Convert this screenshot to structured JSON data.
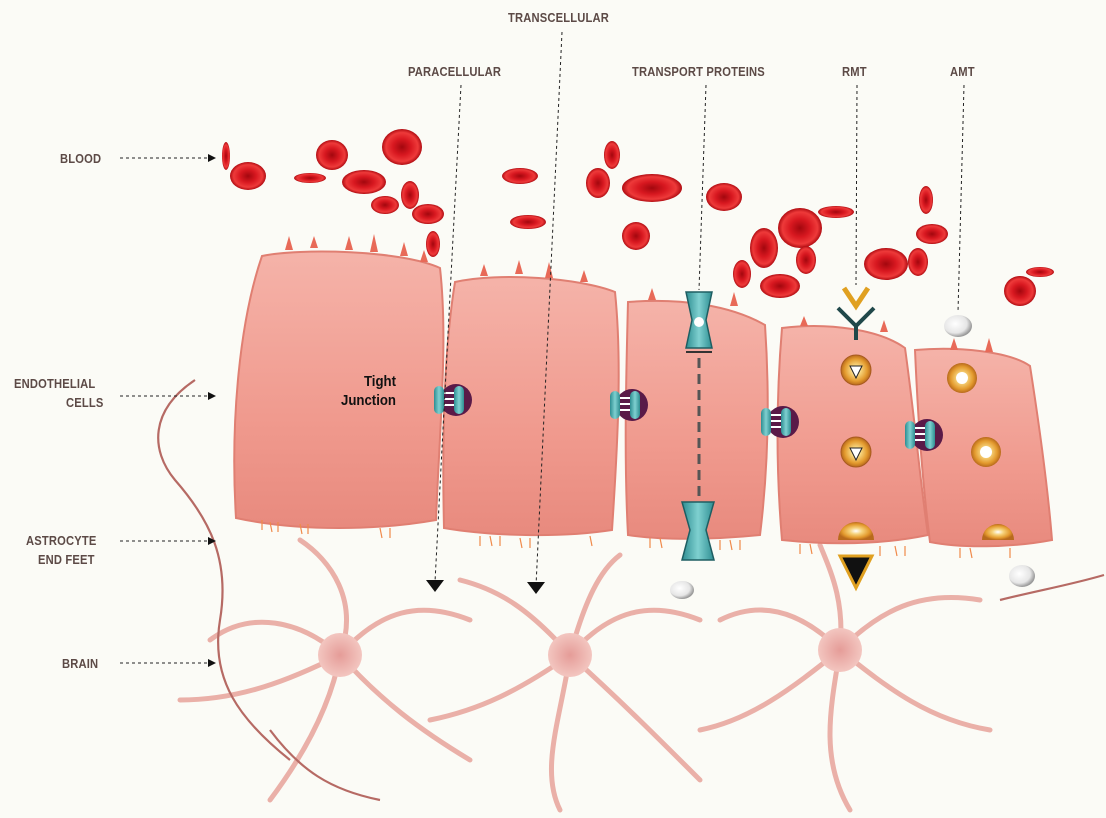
{
  "top_labels": {
    "transcellular": "TRANSCELLULAR",
    "paracellular": "PARACELLULAR",
    "transport_proteins": "TRANSPORT PROTEINS",
    "rmt": "RMT",
    "amt": "AMT"
  },
  "left_labels": {
    "blood": "BLOOD",
    "endothelial_line1": "ENDOTHELIAL",
    "endothelial_line2": "CELLS",
    "astrocyte_line1": "ASTROCYTE",
    "astrocyte_line2": "END FEET",
    "brain": "BRAIN"
  },
  "tight_junction": {
    "line1": "Tight",
    "line2": "Junction"
  },
  "colors": {
    "background": "#fbfbf6",
    "label_text": "#5c4a46",
    "blood_cell": "#d4141c",
    "endothelial_cell": "#f2a096",
    "junction_protein": "#3fa8a8",
    "vesicle": "#e7a13a",
    "arrow_accent": "#e0a020",
    "neuron": "#e8a8a0"
  }
}
